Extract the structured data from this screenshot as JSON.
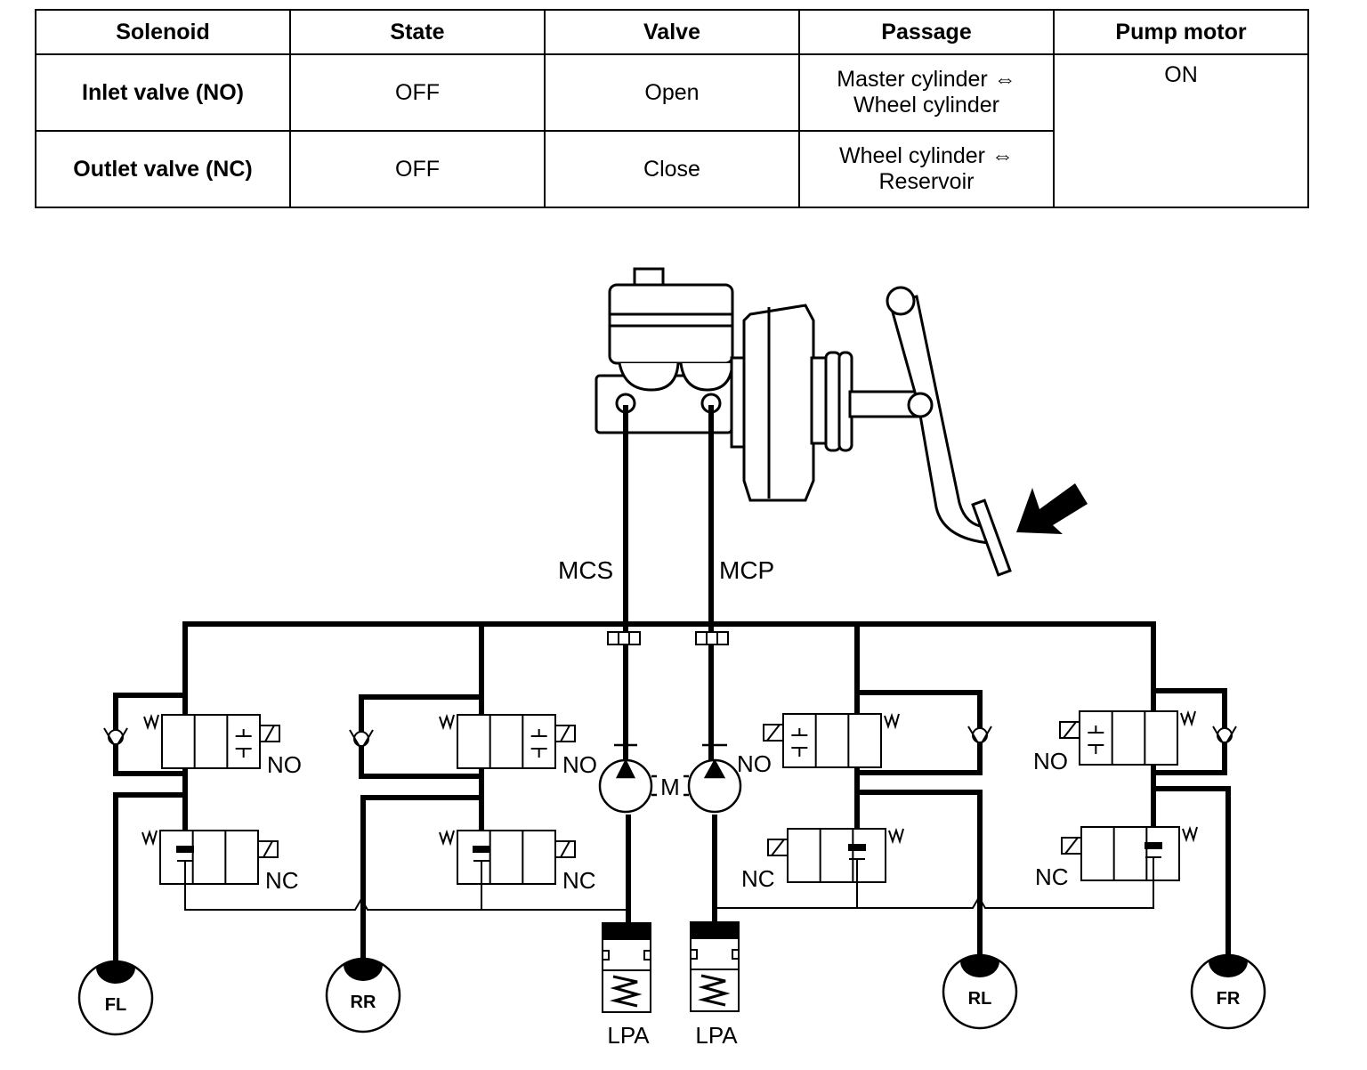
{
  "table": {
    "headers": [
      "Solenoid",
      "State",
      "Valve",
      "Passage",
      "Pump motor"
    ],
    "rows": [
      {
        "solenoid": "Inlet valve (NO)",
        "state": "OFF",
        "valve": "Open",
        "passage_line1": "Master cylinder ⇔",
        "passage_line2": "Wheel cylinder"
      },
      {
        "solenoid": "Outlet valve (NC)",
        "state": "OFF",
        "valve": "Close",
        "passage_line1": "Wheel cylinder ⇔",
        "passage_line2": "Reservoir"
      }
    ],
    "pump_motor": "ON"
  },
  "diagram": {
    "line_labels": {
      "secondary": "MCS",
      "primary": "MCP"
    },
    "motor_label": "M",
    "inlet_label": "NO",
    "outlet_label": "NC",
    "accumulator_label": "LPA",
    "wheels": {
      "fl": "FL",
      "rr": "RR",
      "rl": "RL",
      "fr": "FR"
    }
  }
}
